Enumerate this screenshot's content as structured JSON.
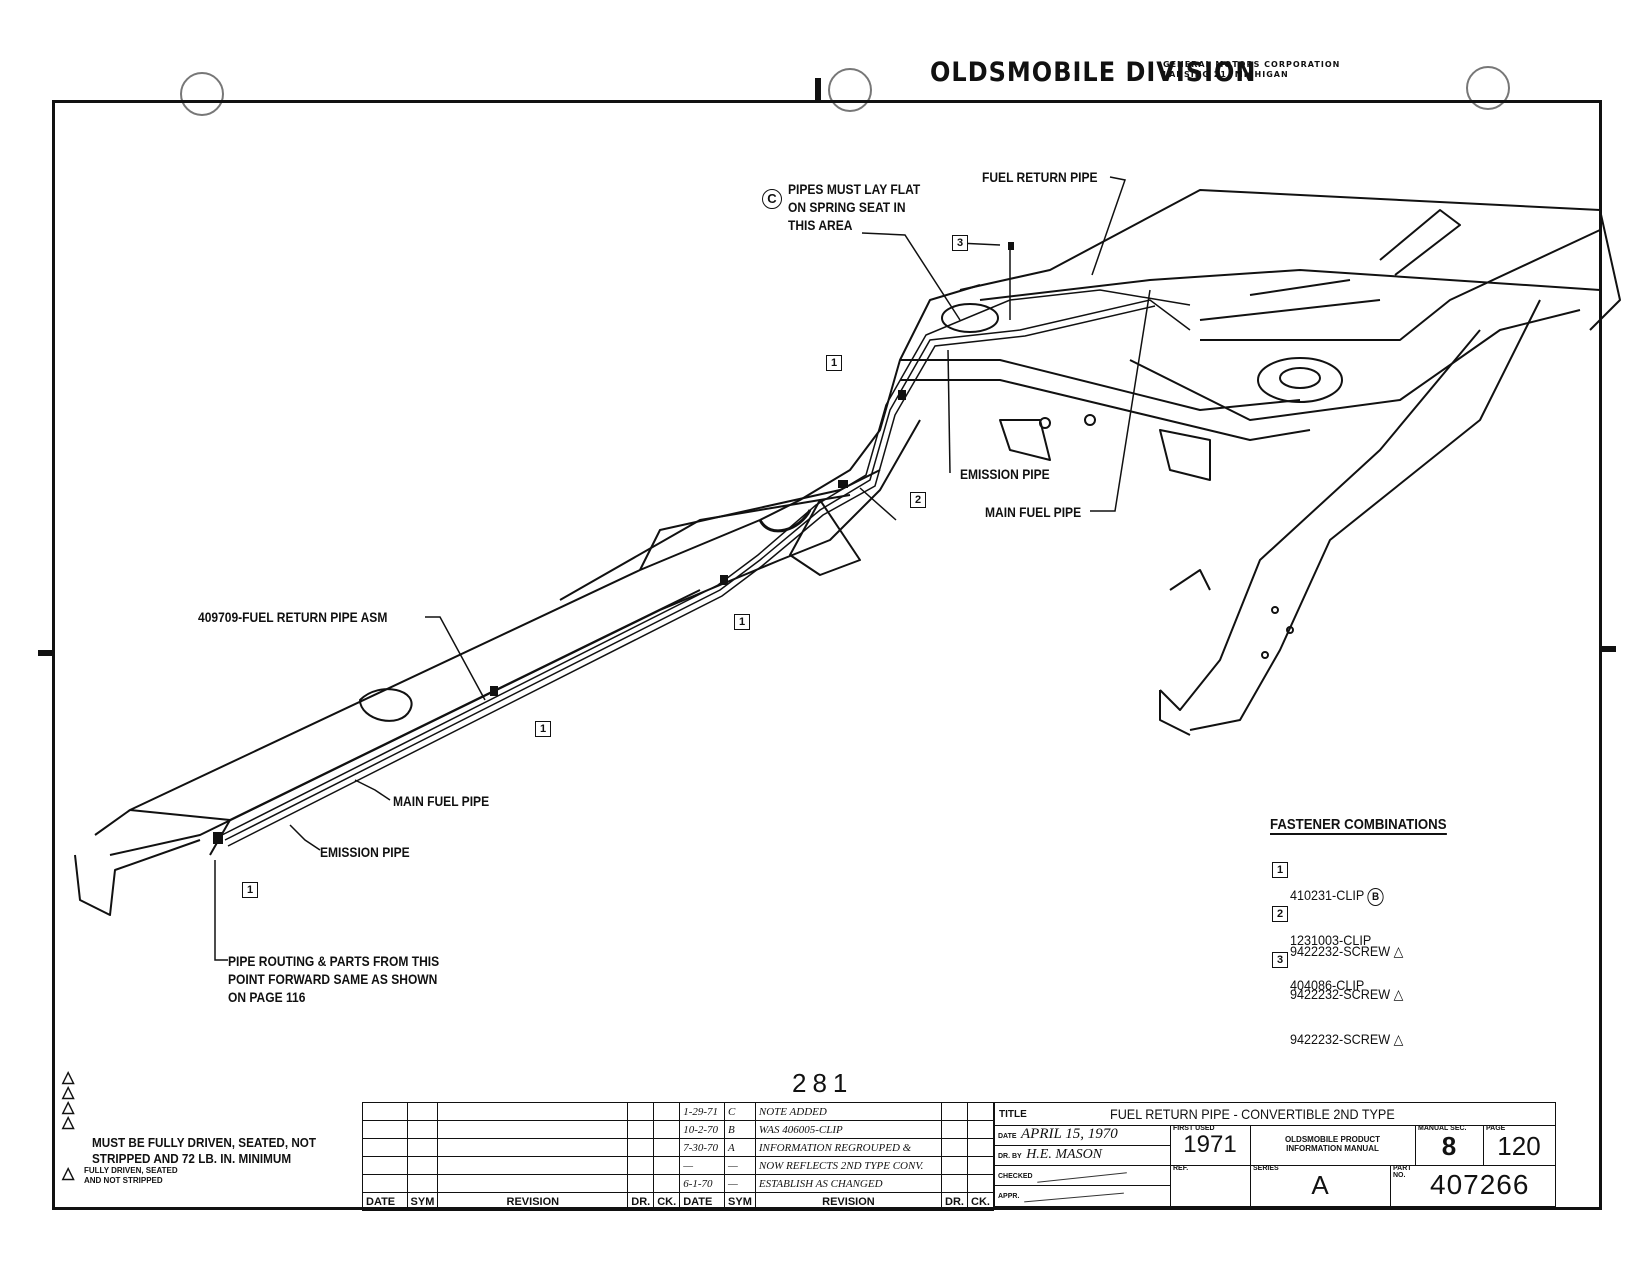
{
  "header": {
    "division": "OLDSMOBILE DIVISION",
    "corp_line1": "GENERAL MOTORS CORPORATION",
    "corp_line2": "LANSING 21, MICHIGAN"
  },
  "callouts": {
    "pipes_flat": "PIPES MUST LAY FLAT\nON SPRING SEAT IN\nTHIS AREA",
    "pipes_flat_symbol": "C",
    "fuel_return_top": "FUEL RETURN PIPE",
    "emission_top": "EMISSION PIPE",
    "main_fuel_top": "MAIN FUEL PIPE",
    "return_asm": "409709-FUEL RETURN PIPE ASM",
    "main_fuel_bottom": "MAIN FUEL PIPE",
    "emission_bottom": "EMISSION PIPE",
    "routing_note": "PIPE ROUTING & PARTS FROM THIS\nPOINT FORWARD SAME AS SHOWN\nON PAGE 116"
  },
  "markers": {
    "m1": "1",
    "m2": "2",
    "m3": "3"
  },
  "fasteners": {
    "title": "FASTENER COMBINATIONS",
    "items": [
      {
        "num": "1",
        "line1": "410231-CLIP",
        "badge": "B",
        "line2": "9422232-SCREW"
      },
      {
        "num": "2",
        "line1": "1231003-CLIP",
        "badge": "",
        "line2": "9422232-SCREW"
      },
      {
        "num": "3",
        "line1": "404086-CLIP",
        "badge": "",
        "line2": "9422232-SCREW"
      }
    ]
  },
  "page_number": "281",
  "notes": {
    "torque": "MUST BE FULLY DRIVEN, SEATED, NOT\nSTRIPPED AND 72 LB. IN. MINIMUM",
    "driven": "FULLY DRIVEN, SEATED\nAND NOT STRIPPED"
  },
  "revisions": {
    "headers": [
      "DATE",
      "SYM",
      "REVISION",
      "DR.",
      "CK.",
      "DATE",
      "SYM",
      "REVISION",
      "DR.",
      "CK."
    ],
    "rows": [
      {
        "date": "1-29-71",
        "sym": "C",
        "text": "NOTE ADDED"
      },
      {
        "date": "10-2-70",
        "sym": "B",
        "text": "WAS 406005-CLIP"
      },
      {
        "date": "7-30-70",
        "sym": "A",
        "text": "INFORMATION REGROUPED &"
      },
      {
        "date": "—",
        "sym": "—",
        "text": "NOW REFLECTS 2ND TYPE CONV."
      },
      {
        "date": "6-1-70",
        "sym": "—",
        "text": "ESTABLISH AS CHANGED"
      }
    ]
  },
  "title_block": {
    "title_label": "TITLE",
    "title": "FUEL RETURN PIPE - CONVERTIBLE 2ND TYPE",
    "date_label": "DATE",
    "date": "APRIL 15, 1970",
    "dr_label": "DR. BY",
    "dr": "H.E. MASON",
    "checked_label": "CHECKED",
    "appr_label": "APPR.",
    "first_used_label": "FIRST USED",
    "first_used": "1971",
    "product_line1": "OLDSMOBILE PRODUCT",
    "product_line2": "INFORMATION MANUAL",
    "manual_sec_label": "MANUAL SEC.",
    "manual_sec": "8",
    "page_label": "PAGE",
    "page": "120",
    "ref_label": "REF.",
    "series_label": "SERIES",
    "series": "A",
    "part_label": "PART NO.",
    "part_no": "407266"
  }
}
